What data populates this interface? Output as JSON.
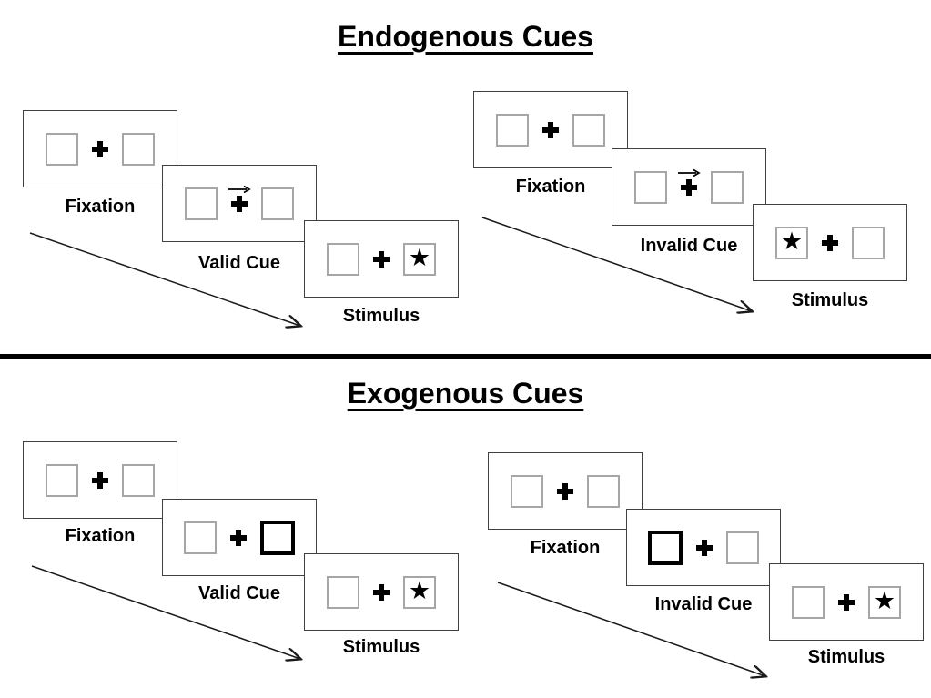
{
  "diagram": {
    "kind": "posner-cueing-paradigm",
    "sections": [
      {
        "title": "Endogenous Cues",
        "sequences": [
          {
            "name": "valid-trial",
            "panels": [
              {
                "label": "Fixation"
              },
              {
                "label": "Valid Cue"
              },
              {
                "label": "Stimulus"
              }
            ]
          },
          {
            "name": "invalid-trial",
            "panels": [
              {
                "label": "Fixation"
              },
              {
                "label": "Invalid Cue"
              },
              {
                "label": "Stimulus"
              }
            ]
          }
        ]
      },
      {
        "title": "Exogenous Cues",
        "sequences": [
          {
            "name": "valid-trial",
            "panels": [
              {
                "label": "Fixation"
              },
              {
                "label": "Valid Cue"
              },
              {
                "label": "Stimulus"
              }
            ]
          },
          {
            "name": "invalid-trial",
            "panels": [
              {
                "label": "Fixation"
              },
              {
                "label": "Invalid Cue"
              },
              {
                "label": "Stimulus"
              }
            ]
          }
        ]
      }
    ],
    "icons": {
      "star_glyph": "★",
      "plus_icon": "fixation-cross",
      "cue_arrow_icon": "right-arrow",
      "time_arrow_icon": "diagonal-arrow"
    },
    "colors": {
      "ink": "#000000",
      "panel_border": "#404040",
      "box_border": "#a6a6a6",
      "bold_box_border": "#000000",
      "background": "#ffffff"
    }
  }
}
